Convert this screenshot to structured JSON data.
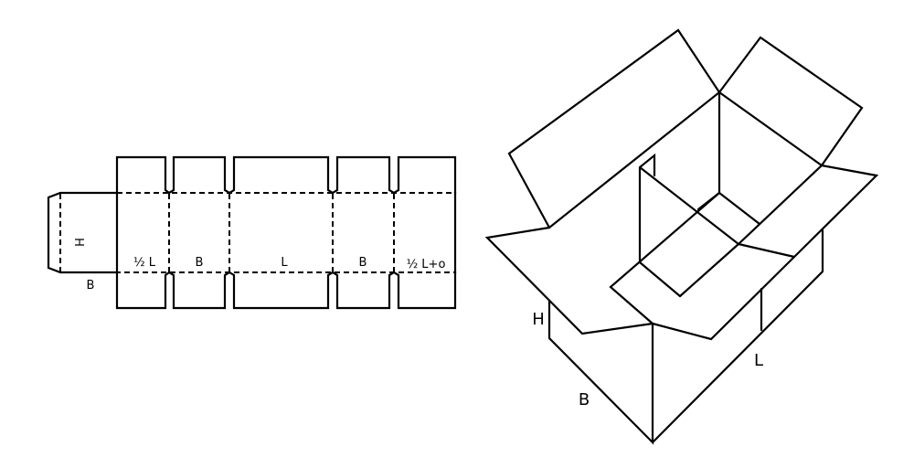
{
  "flat_layout": {
    "height_label": "H",
    "glue_flap_label": "B",
    "panel_labels": [
      "½ L",
      "B",
      "L",
      "B",
      "½ L+o"
    ]
  },
  "box_view": {
    "height_label": "H",
    "width_label": "B",
    "length_label": "L"
  },
  "colors": {
    "line": "#000000",
    "background": "#ffffff"
  }
}
